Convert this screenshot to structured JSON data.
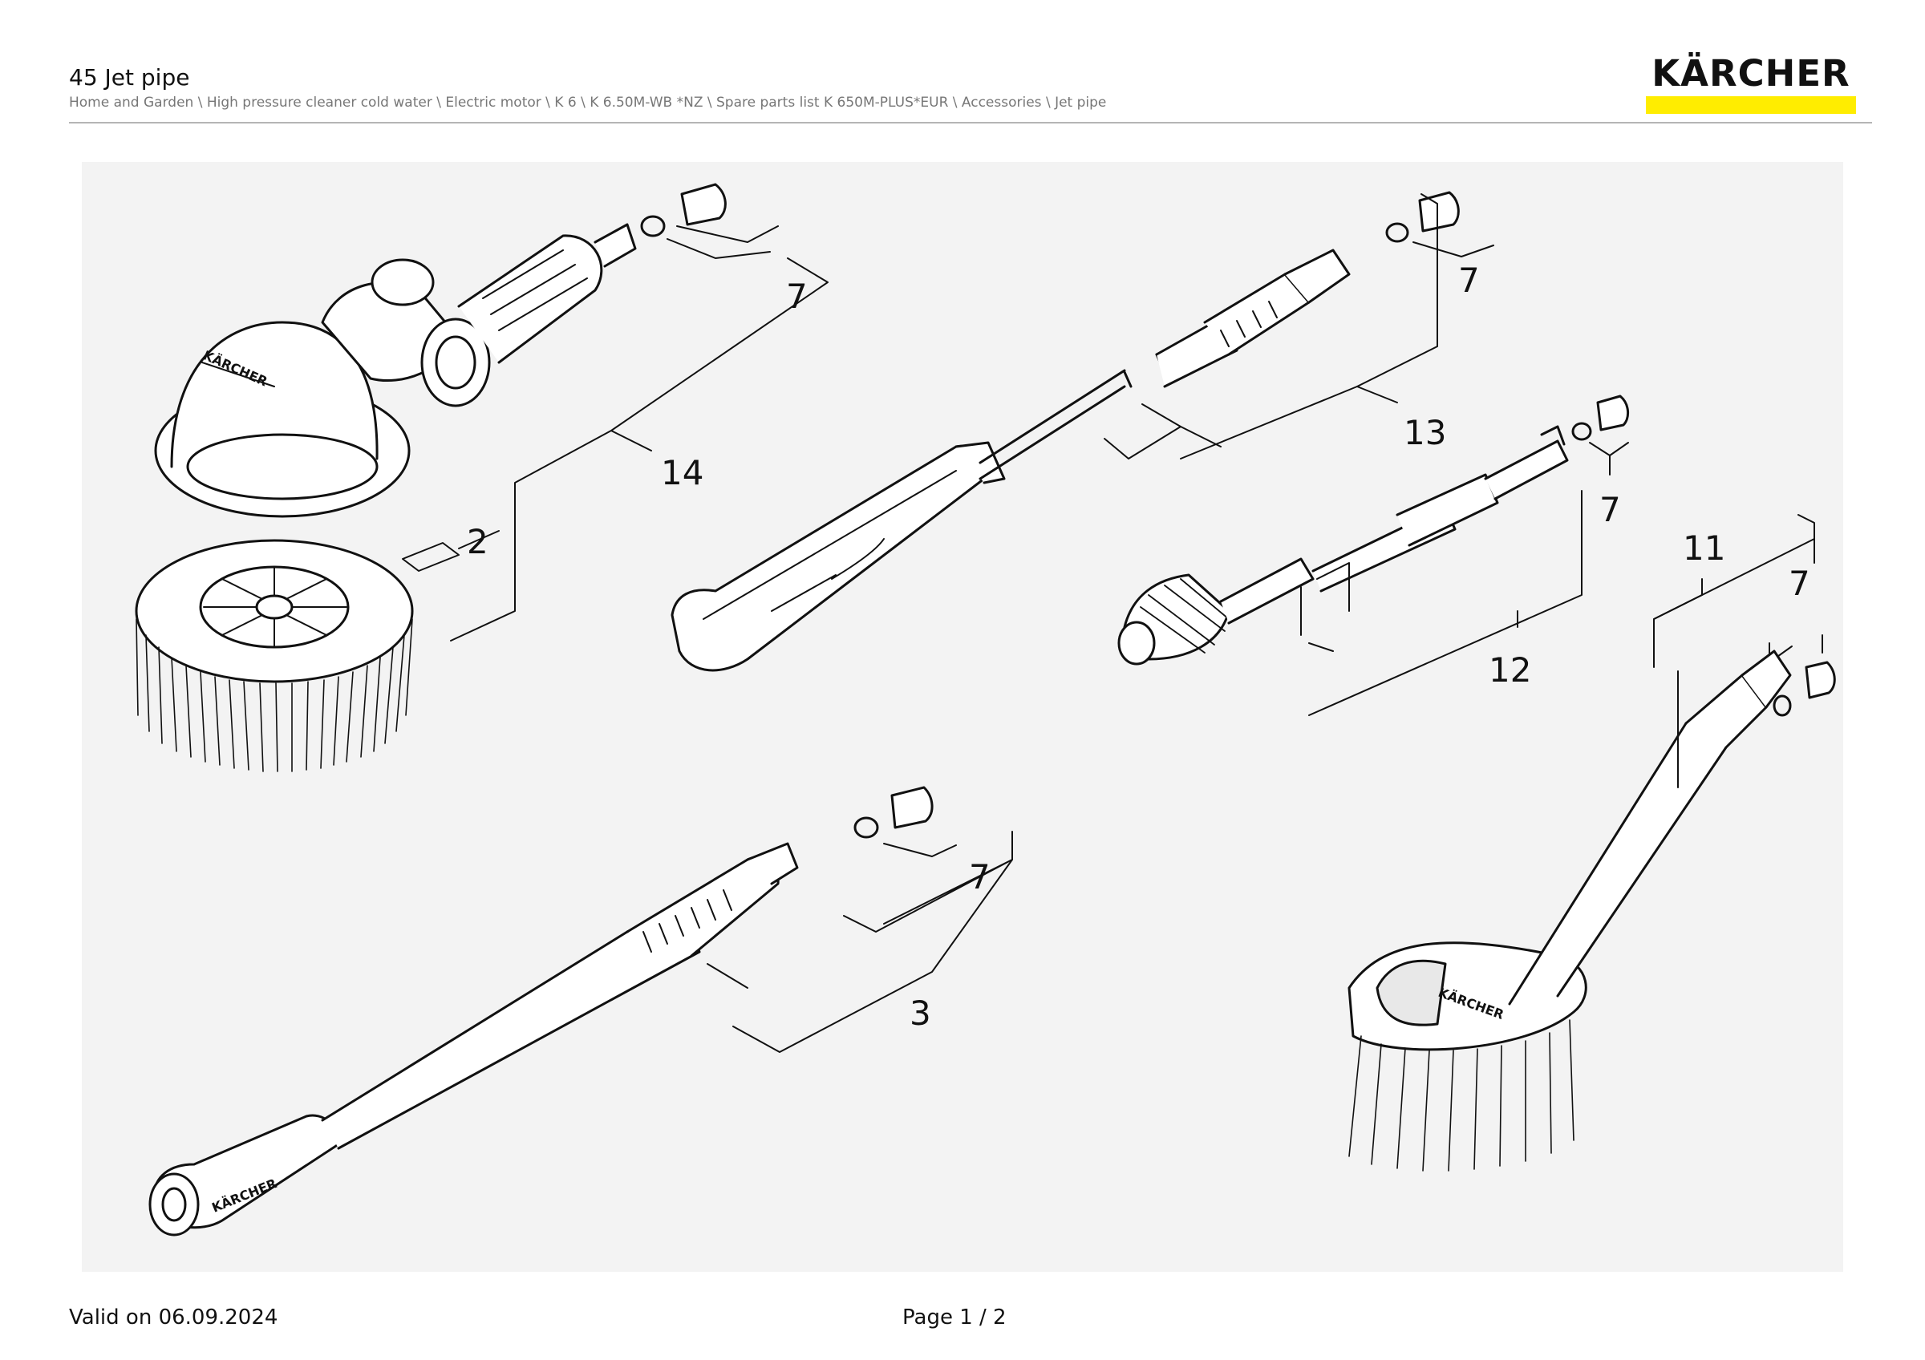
{
  "header": {
    "title": "45 Jet pipe",
    "breadcrumb": "Home and Garden \\ High pressure cleaner cold water \\ Electric motor \\ K 6 \\ K 6.50M-WB *NZ \\ Spare parts list K 650M-PLUS*EUR \\ Accessories \\ Jet pipe",
    "logo_text": "KÄRCHER",
    "brand_colors": {
      "logo_bar": "#ffed00",
      "drawing_background": "#f3f3f3"
    }
  },
  "drawing": {
    "callouts": [
      "7",
      "14",
      "2",
      "7",
      "13",
      "7",
      "12",
      "11",
      "7",
      "7",
      "3"
    ],
    "imprint_label": "KÄRCHER"
  },
  "footer": {
    "valid_on": "Valid on 06.09.2024",
    "page": "Page 1 / 2"
  }
}
